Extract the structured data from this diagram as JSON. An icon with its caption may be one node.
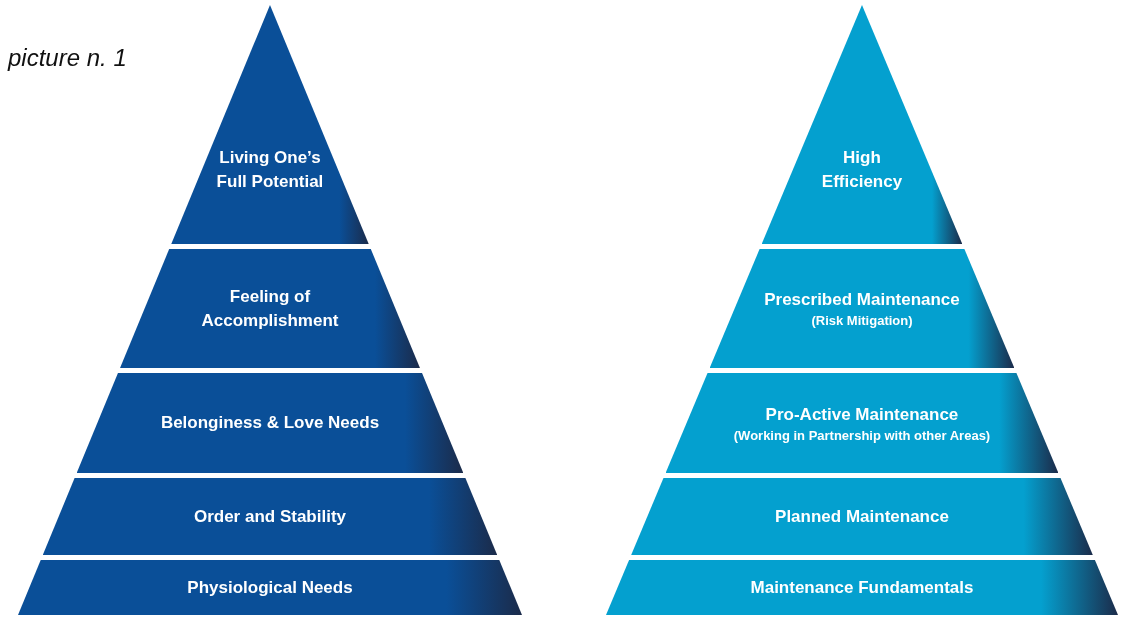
{
  "diagram": {
    "nodes": [
      {
        "text": [
          "Living One’s Full Potential"
        ]
      },
      {
        "text": [
          "Feeling of Accomplishment"
        ]
      },
      {
        "text": [
          "Belonginess & Love Needs"
        ]
      },
      {
        "text": [
          "Order and Stability"
        ]
      },
      {
        "text": [
          "Physiological Needs"
        ]
      },
      {
        "text": [
          "High Efficiency"
        ]
      },
      {
        "text": [
          "Prescribed Maintenance",
          "(Risk Mitigation)"
        ]
      },
      {
        "text": [
          "Pro-Active Maintenance",
          "(Working in Partnership with other Areas)"
        ]
      },
      {
        "text": [
          "Planned Maintenance"
        ]
      },
      {
        "text": [
          "Maintenance Fundamentals"
        ]
      }
    ],
    "labels": [
      "picture n. 1"
    ]
  }
}
